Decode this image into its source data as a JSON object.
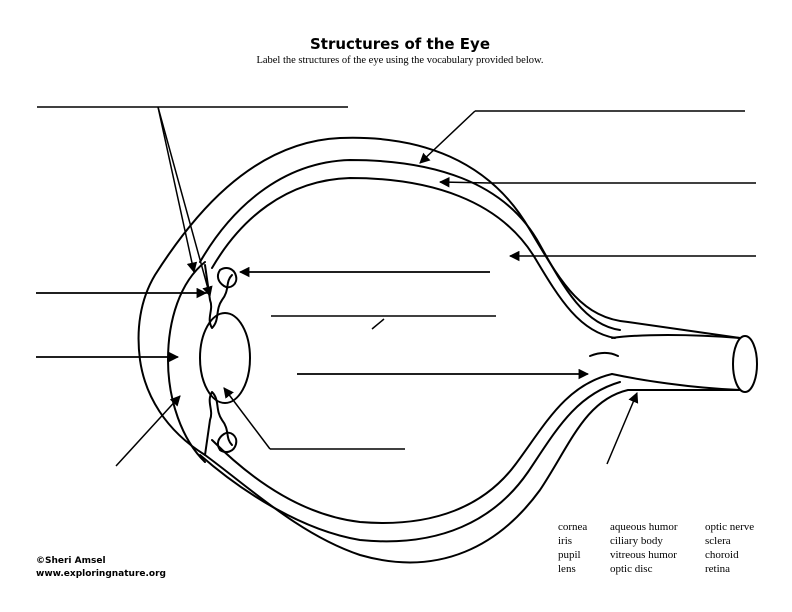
{
  "title": "Structures of the Eye",
  "subtitle": "Label the structures of the eye using the vocabulary provided below.",
  "vocabulary": {
    "column1": [
      "cornea",
      "iris",
      "pupil",
      "lens"
    ],
    "column2": [
      "aqueous humor",
      "ciliary body",
      "vitreous humor",
      "optic disc"
    ],
    "column3": [
      "optic nerve",
      "sclera",
      "choroid",
      "retina"
    ]
  },
  "credit": {
    "author": "©Sheri Amsel",
    "website": "www.exploringnature.org"
  }
}
